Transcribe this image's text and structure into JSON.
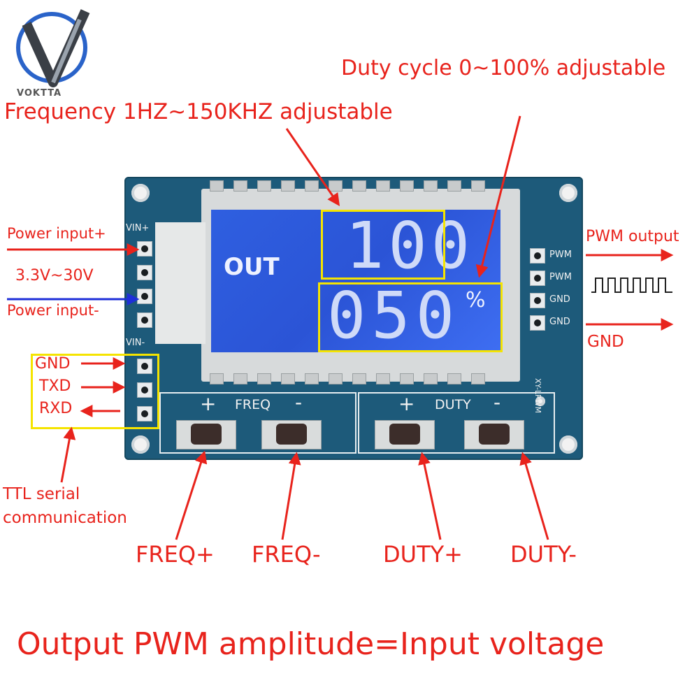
{
  "logo": {
    "text": "VOKTTA"
  },
  "headlines": {
    "duty": "Duty cycle 0~100% adjustable",
    "frequency": "Frequency 1HZ~150KHZ adjustable"
  },
  "left_labels": {
    "power_plus": "Power input+",
    "voltage": "3.3V~30V",
    "power_minus": "Power input-",
    "gnd": "GND",
    "txd": "TXD",
    "rxd": "RXD",
    "ttl_line1": "TTL serial",
    "ttl_line2": "communication"
  },
  "right_labels": {
    "pwm_output": "PWM output",
    "gnd": "GND"
  },
  "board": {
    "vin_plus": "VIN+",
    "vin_minus": "VIN-",
    "pins_right": [
      "PWM",
      "PWM",
      "GND",
      "GND"
    ],
    "freq_section": {
      "plus": "+",
      "label": "FREQ",
      "minus": "-"
    },
    "duty_section": {
      "plus": "+",
      "label": "DUTY",
      "minus": "-"
    },
    "model": "XY-LPWM"
  },
  "lcd": {
    "out": "OUT",
    "frequency_value": "100",
    "duty_value": "050",
    "unit": "%"
  },
  "button_labels": [
    "FREQ+",
    "FREQ-",
    "DUTY+",
    "DUTY-"
  ],
  "footer": "Output PWM amplitude=Input voltage",
  "colors": {
    "annotation_red": "#e8231c",
    "power_minus_arrow": "#1e2fd9",
    "highlight_yellow": "#f5e400",
    "pcb_blue": "#1d5a7a",
    "lcd_blue": "#2f5fe0"
  }
}
